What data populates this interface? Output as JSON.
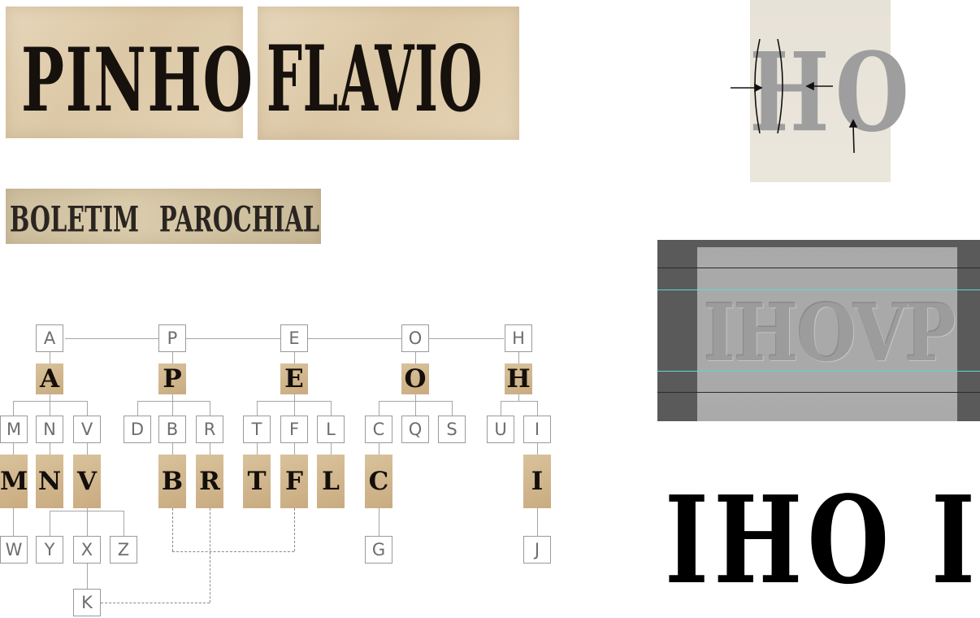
{
  "samples": {
    "pinho": "PINHO",
    "flavio": "FLAVIO",
    "boletim": "BOLETIM",
    "parochial": "PAROCHIAL"
  },
  "tree": {
    "top": [
      "A",
      "P",
      "E",
      "O",
      "H"
    ],
    "top_glyphs": [
      "A",
      "P",
      "E",
      "O",
      "H"
    ],
    "row2": [
      "M",
      "N",
      "V",
      "D",
      "B",
      "R",
      "T",
      "F",
      "L",
      "C",
      "Q",
      "S",
      "U",
      "I"
    ],
    "row2_glyphs": [
      "M",
      "N",
      "V",
      "B",
      "R",
      "T",
      "F",
      "L",
      "C",
      "I"
    ],
    "row3": [
      "W",
      "Y",
      "X",
      "Z",
      "G",
      "J"
    ],
    "row4": [
      "K"
    ]
  },
  "closeup": {
    "text": "HO"
  },
  "scan": {
    "text": "IHOVP"
  },
  "rendered": {
    "left": "IHO",
    "right": "I"
  },
  "colors": {
    "ink": "#16110c",
    "paper": "#dcc8a6",
    "guide": "#5fd6d6",
    "frame": "#5a5a5a"
  }
}
